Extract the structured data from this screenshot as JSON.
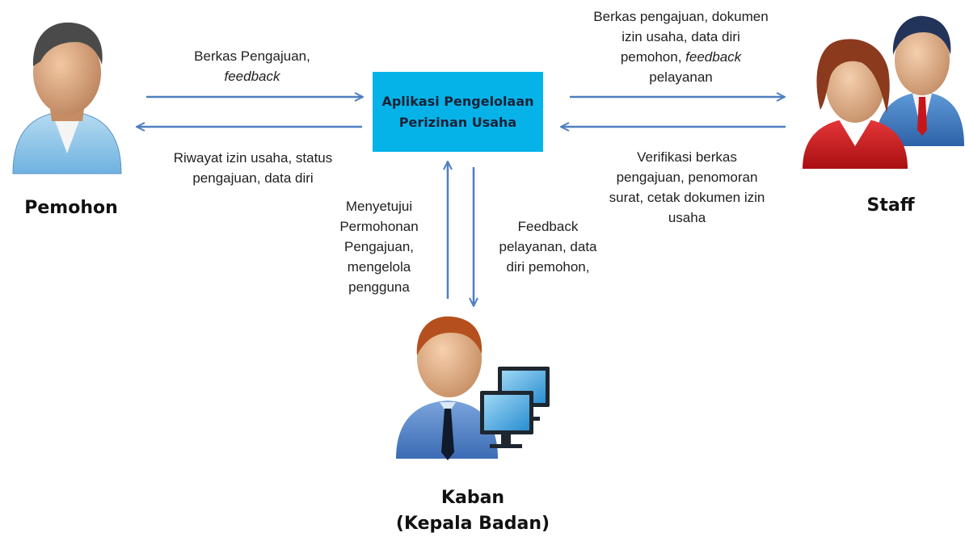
{
  "center_box": {
    "line1": "Aplikasi Pengelolaan",
    "line2": "Perizinan Usaha"
  },
  "actors": {
    "pemohon": "Pemohon",
    "staff": "Staff",
    "kaban_line1": "Kaban",
    "kaban_line2": "(Kepala Badan)"
  },
  "flows": {
    "pemohon_to_app": {
      "line1": "Berkas Pengajuan,",
      "line2": "feedback"
    },
    "app_to_pemohon": {
      "line1": "Riwayat izin usaha, status",
      "line2": "pengajuan, data diri"
    },
    "app_to_staff": {
      "line1": "Berkas pengajuan, dokumen",
      "line2": "izin usaha, data diri",
      "line3a": "pemohon, ",
      "line3b": "feedback",
      "line4": "pelayanan"
    },
    "staff_to_app": {
      "line1": "Verifikasi berkas",
      "line2": "pengajuan, penomoran",
      "line3": "surat, cetak dokumen izin",
      "line4": "usaha"
    },
    "kaban_to_app": {
      "line1": "Menyetujui",
      "line2": "Permohonan",
      "line3": "Pengajuan,",
      "line4": "mengelola",
      "line5": "pengguna"
    },
    "app_to_kaban": {
      "line1": "Feedback",
      "line2": "pelayanan, data",
      "line3": "diri pemohon,"
    }
  },
  "colors": {
    "arrow": "#4f7fc0",
    "center_box": "#06b3e8"
  },
  "icons": {
    "pemohon": "person-icon",
    "staff": "staff-people-icon",
    "kaban": "person-computer-icon"
  }
}
